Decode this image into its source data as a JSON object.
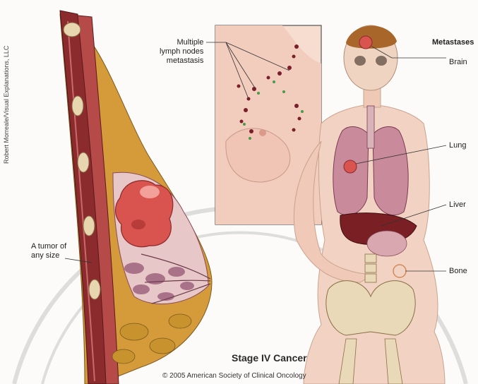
{
  "credit": "Robert Morreale/Visual Explanations, LLC",
  "callouts": {
    "tumor_line1": "A tumor of",
    "tumor_line2": "any size",
    "lymph_line1": "Multiple",
    "lymph_line2": "lymph nodes",
    "lymph_line3": "metastasis"
  },
  "metastases": {
    "header": "Metastases",
    "sites": [
      "Brain",
      "Lung",
      "Liver",
      "Bone"
    ]
  },
  "footer": {
    "title": "Stage IV Cancer",
    "copyright": "© 2005 American Society of Clinical Oncology"
  },
  "colors": {
    "muscle": "#8c2b2e",
    "fat": "#c8932e",
    "tumor": "#d9534f",
    "lung": "#c98a9c",
    "liver": "#7a1f23",
    "skin": "#f2d3c3",
    "bone": "#e9d9b8"
  }
}
